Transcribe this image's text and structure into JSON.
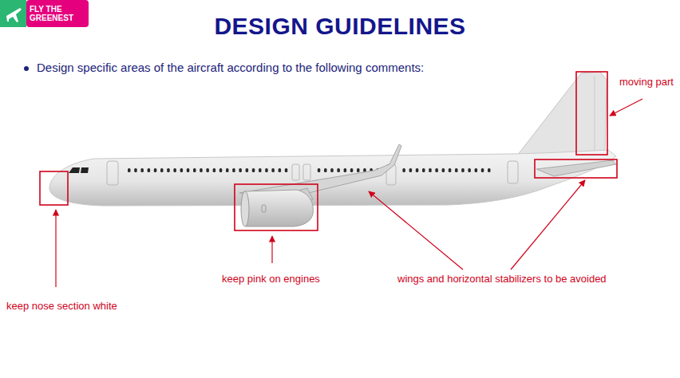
{
  "diagram": {
    "title": "DESIGN GUIDELINES",
    "labels": [
      "FLY THE GREENEST",
      "Design specific areas of the aircraft according to the following comments:",
      "moving part",
      "keep pink on engines",
      "wings and horizontal stabilizers to be avoided",
      "keep nose section white"
    ]
  }
}
